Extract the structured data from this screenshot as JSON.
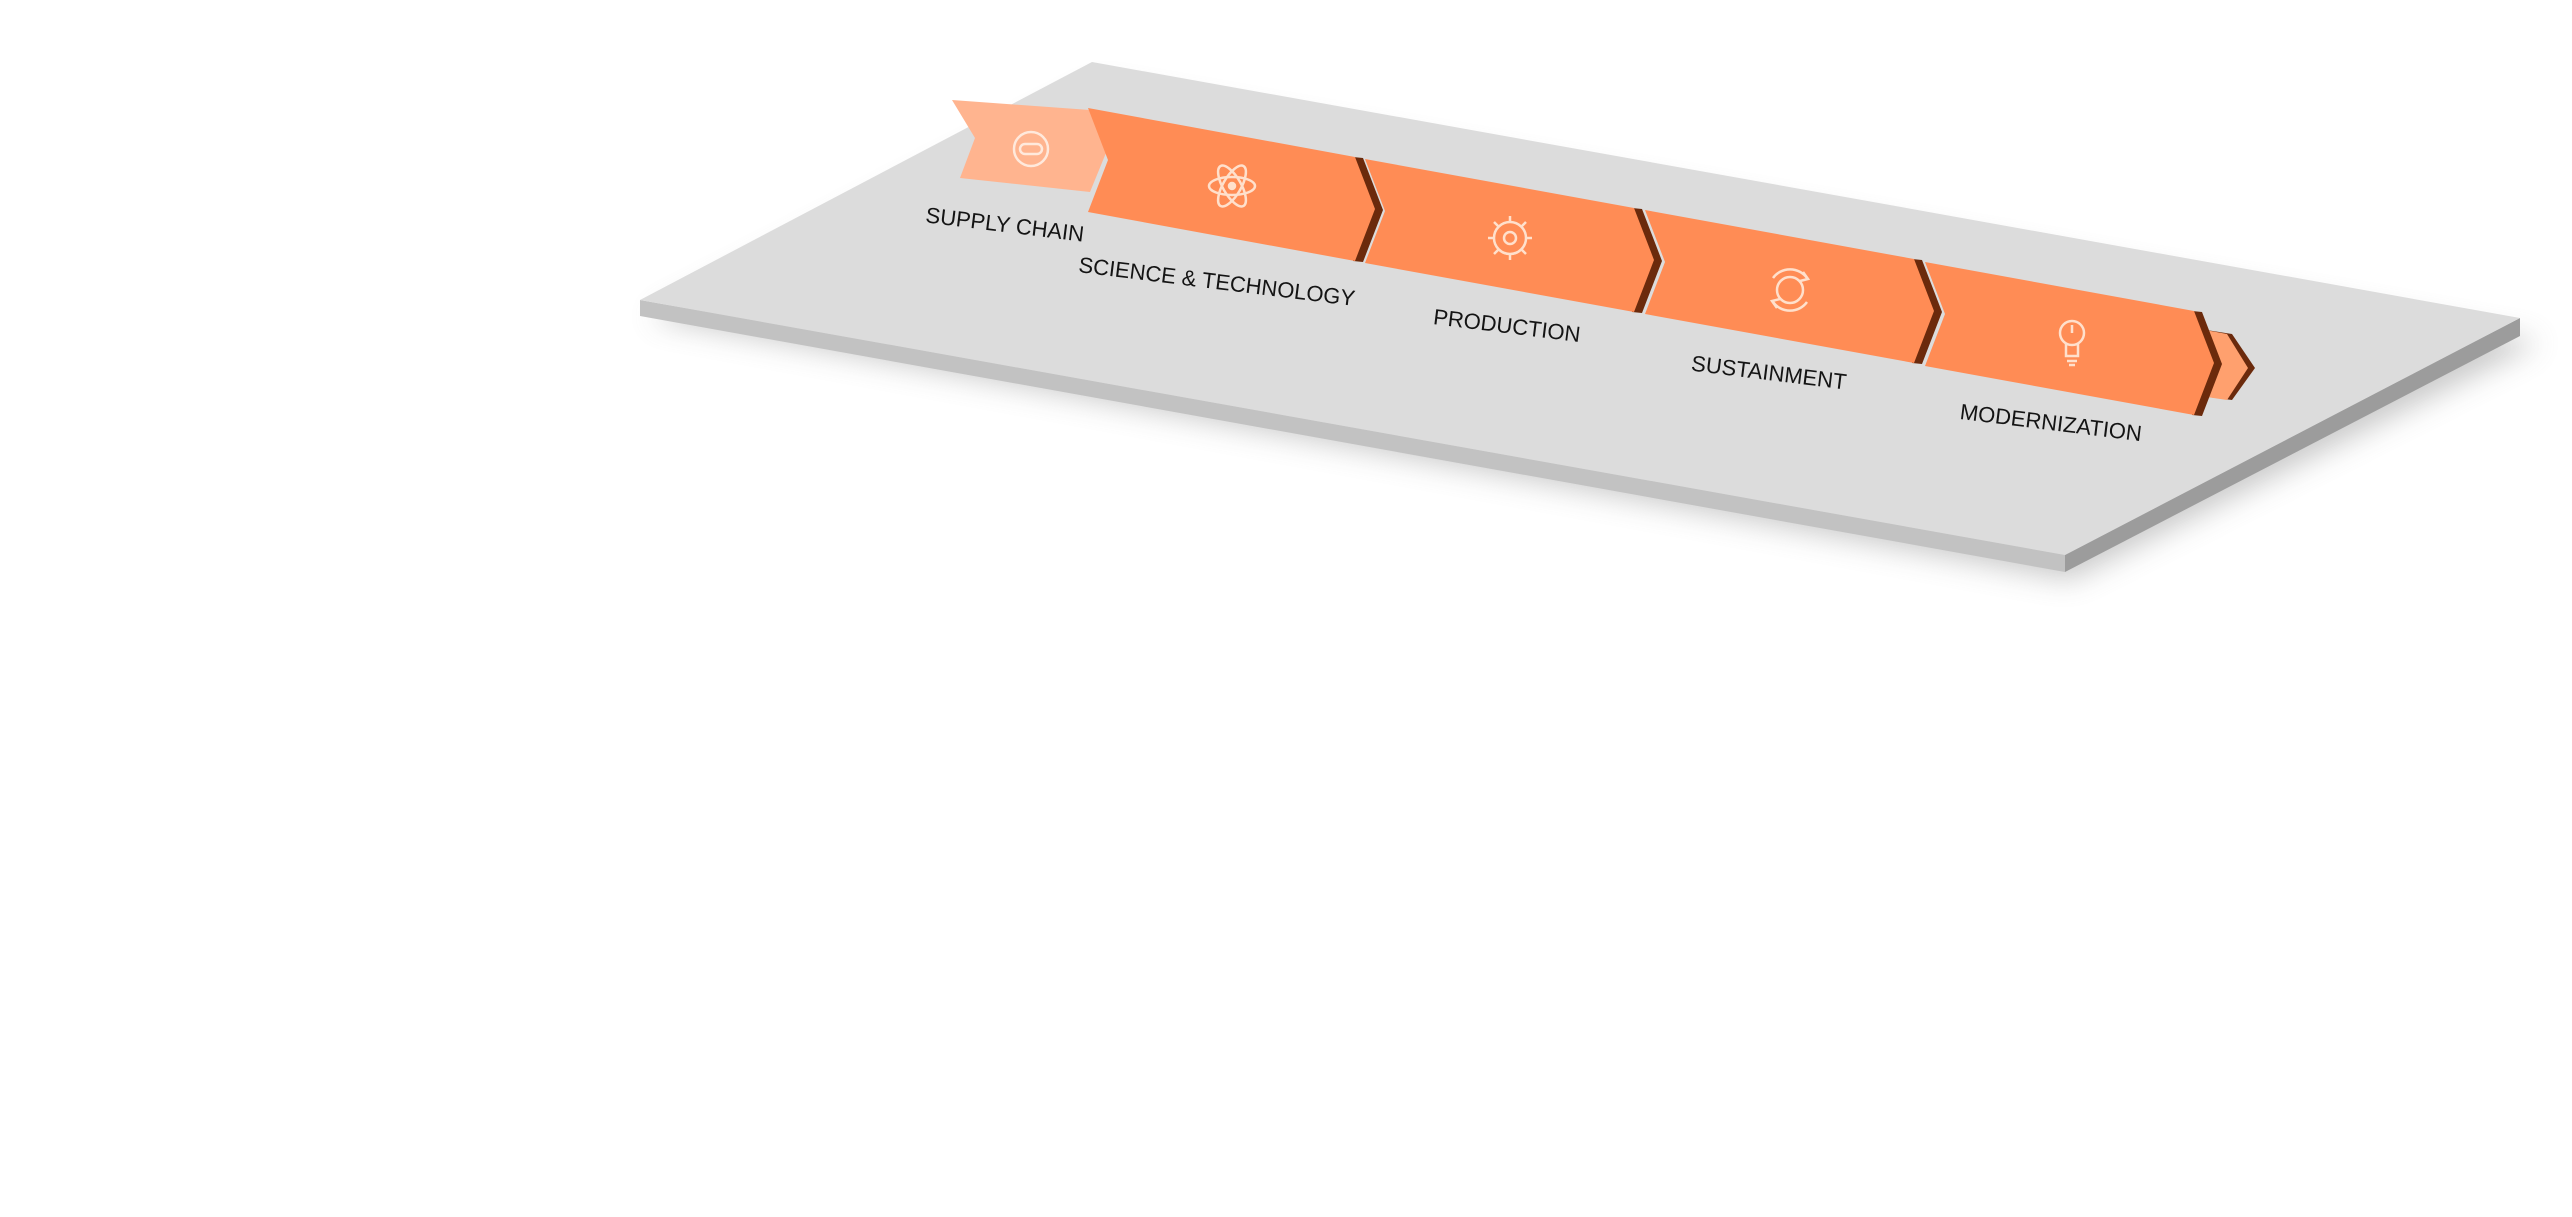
{
  "diagram": {
    "type": "process-chevron-flow",
    "stages": [
      {
        "id": "supply-chain",
        "label": "SUPPLY CHAIN",
        "icon": "link-icon",
        "state": "faded"
      },
      {
        "id": "science-technology",
        "label": "SCIENCE & TECHNOLOGY",
        "icon": "atom-icon",
        "state": "active"
      },
      {
        "id": "production",
        "label": "PRODUCTION",
        "icon": "gear-icon",
        "state": "active"
      },
      {
        "id": "sustainment",
        "label": "SUSTAINMENT",
        "icon": "cycle-icon",
        "state": "active"
      },
      {
        "id": "modernization",
        "label": "MODERNIZATION",
        "icon": "lightbulb-icon",
        "state": "active"
      }
    ]
  },
  "colors": {
    "active": "#ff8c55",
    "faded": "#ffb48f",
    "edge": "#6b2a0c",
    "platform": "#dcdcdc",
    "platform_edge": "#bdbdbd",
    "icon": "#ffe0cc",
    "label": "#141414"
  }
}
